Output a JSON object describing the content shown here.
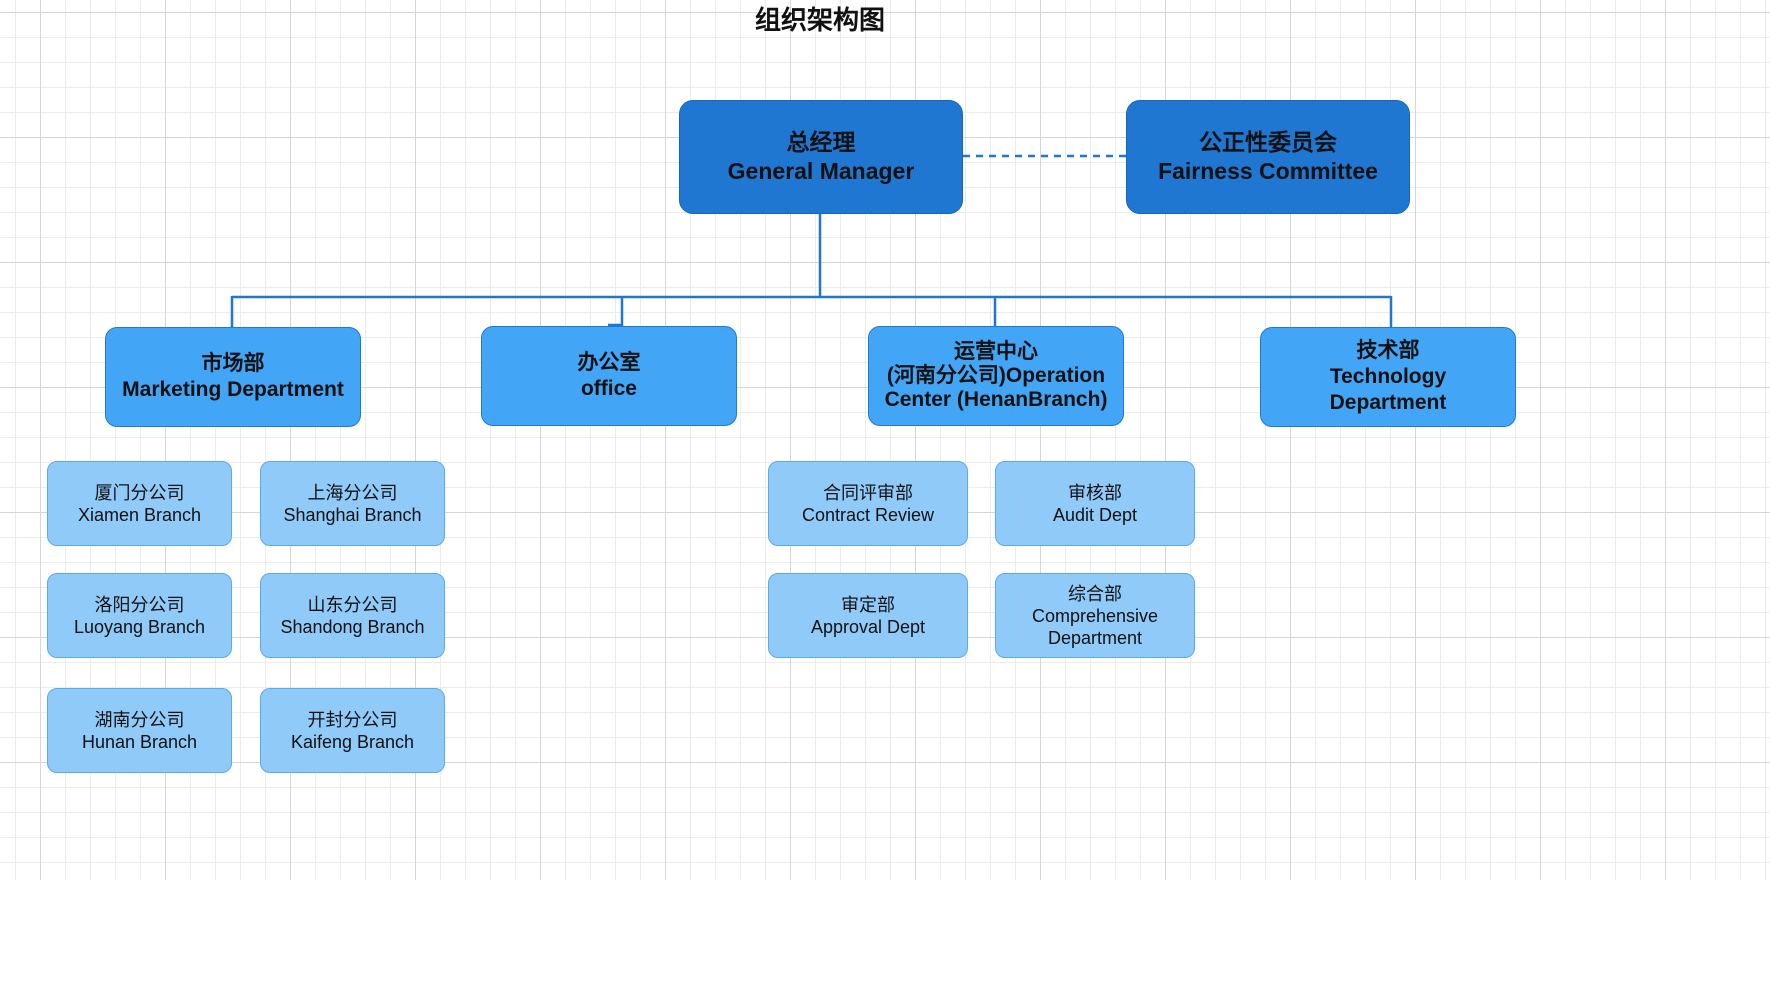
{
  "title": "组织架构图",
  "colors": {
    "top_level": "#1f77d2",
    "department": "#42a5f5",
    "sub_unit": "#90caf9",
    "connector": "#1f77d2"
  },
  "top_level": {
    "general_manager": {
      "zh": "总经理",
      "en": "General Manager"
    },
    "fairness_committee": {
      "zh": "公正性委员会",
      "en": "Fairness Committee"
    }
  },
  "departments": {
    "marketing": {
      "zh": "市场部",
      "en": "Marketing Department"
    },
    "office": {
      "zh": "办公室",
      "en": "office"
    },
    "operation": {
      "zh": "运营中心",
      "en_line1": "(河南分公司)Operation",
      "en_line2": "Center (HenanBranch)"
    },
    "technology": {
      "zh": "技术部",
      "en": "Technology Department"
    }
  },
  "branches": [
    {
      "zh": "厦门分公司",
      "en": "Xiamen Branch"
    },
    {
      "zh": "上海分公司",
      "en": "Shanghai Branch"
    },
    {
      "zh": "洛阳分公司",
      "en": "Luoyang Branch"
    },
    {
      "zh": "山东分公司",
      "en": "Shandong Branch"
    },
    {
      "zh": "湖南分公司",
      "en": "Hunan Branch"
    },
    {
      "zh": "开封分公司",
      "en": "Kaifeng Branch"
    }
  ],
  "operation_units": [
    {
      "zh": "合同评审部",
      "en": "Contract Review"
    },
    {
      "zh": "审核部",
      "en": "Audit Dept"
    },
    {
      "zh": "审定部",
      "en": "Approval Dept"
    },
    {
      "zh": "综合部",
      "en": "Comprehensive",
      "en2": "Department"
    }
  ]
}
